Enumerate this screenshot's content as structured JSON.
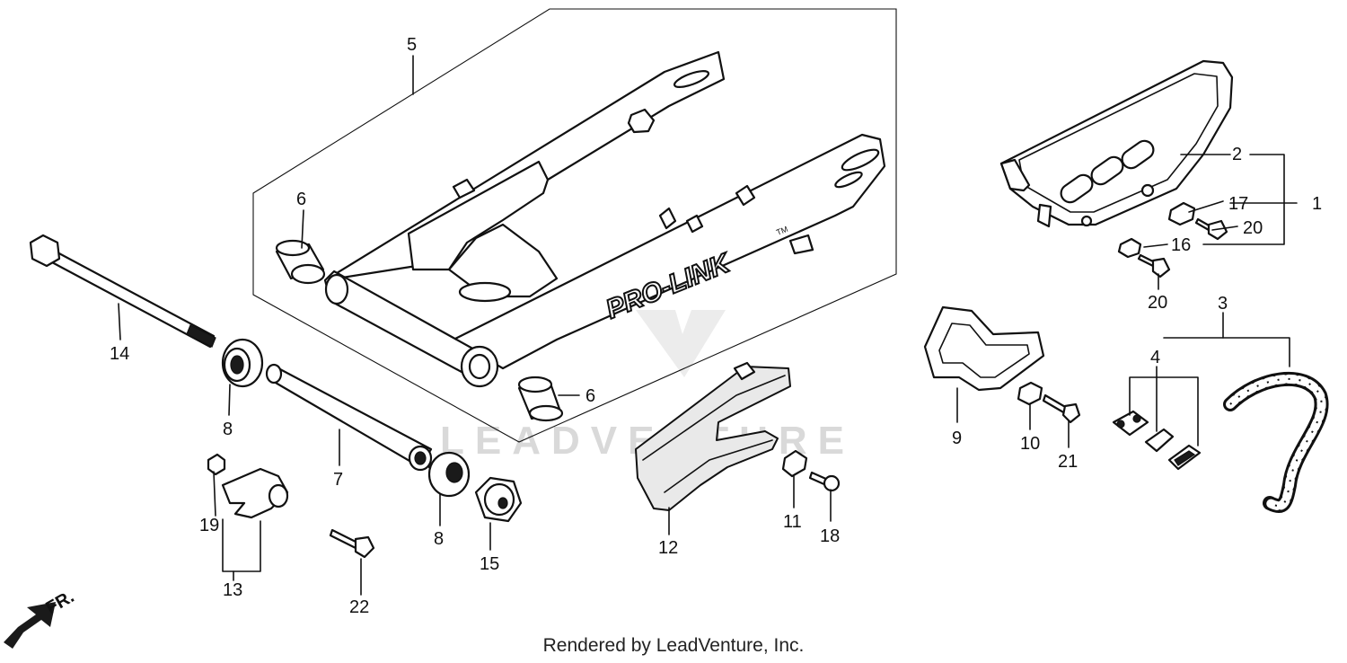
{
  "watermark": "LEADVENTURE",
  "swingarm_brand": "PRO-LINK",
  "trademark": "TM",
  "front_label": "FR.",
  "footer": "Rendered by LeadVenture, Inc.",
  "callouts": {
    "c1": "1",
    "c2": "2",
    "c3": "3",
    "c4": "4",
    "c5": "5",
    "c6a": "6",
    "c6b": "6",
    "c7": "7",
    "c8a": "8",
    "c8b": "8",
    "c9": "9",
    "c10": "10",
    "c11": "11",
    "c12": "12",
    "c13": "13",
    "c14": "14",
    "c15": "15",
    "c16": "16",
    "c17": "17",
    "c18": "18",
    "c19": "19",
    "c20a": "20",
    "c20b": "20",
    "c21": "21",
    "c22": "22"
  }
}
